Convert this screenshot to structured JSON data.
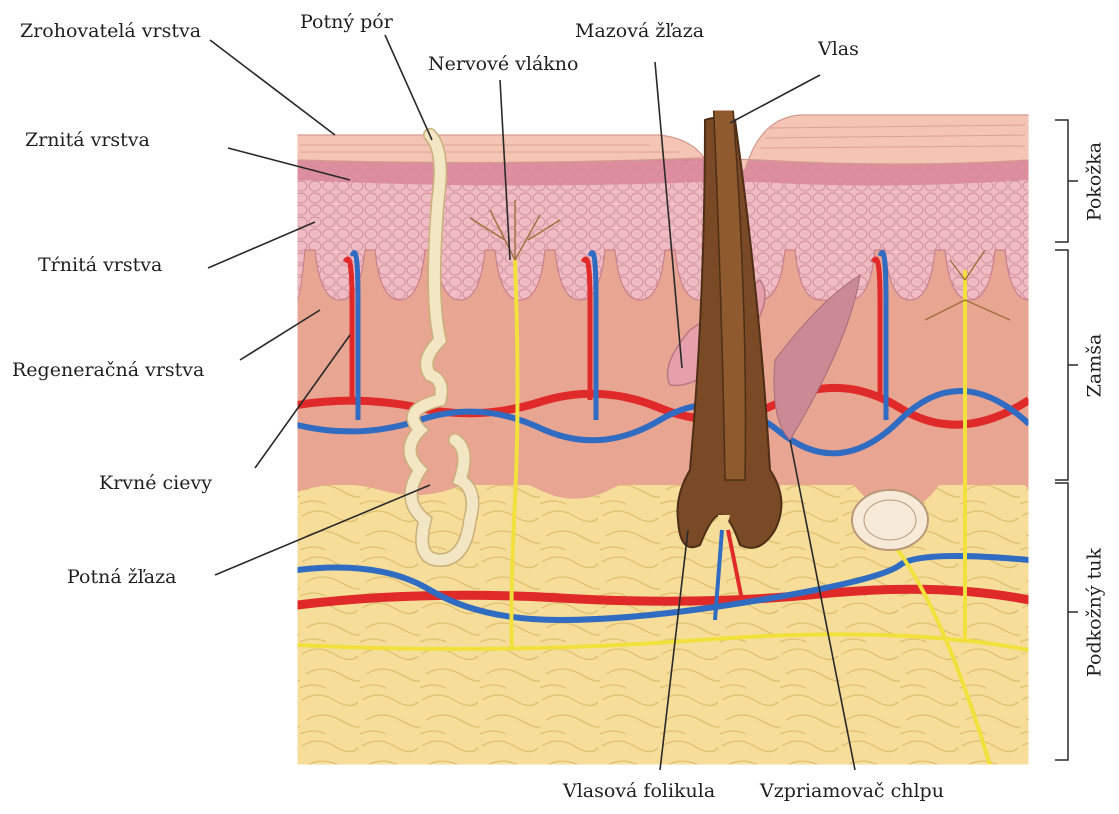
{
  "labels": {
    "stratum_corneum": "Zrohovatelá vrstva",
    "sweat_pore": "Potný pór",
    "sebaceous_gland": "Mazová žľaza",
    "nerve_fiber": "Nervové vlákno",
    "hair": "Vlas",
    "stratum_granulosum": "Zrnitá vrstva",
    "stratum_spinosum": "Tŕnitá vrstva",
    "stratum_basale": "Regeneračná vrstva",
    "blood_vessels": "Krvné cievy",
    "sweat_gland": "Potná žľaza",
    "hair_follicle": "Vlasová folikula",
    "arrector_pili": "Vzpriamovač chlpu"
  },
  "layers": {
    "epidermis": "Pokožka",
    "dermis": "Zamša",
    "hypodermis": "Podkožný tuk"
  },
  "colors": {
    "epidermis_top": "#f4c4b4",
    "epidermis_cells": "#efb8c0",
    "dermis": "#e8a592",
    "fat": "#f6dd9a",
    "artery": "#e02a2a",
    "vein": "#2f6cc2",
    "nerve": "#f2e03c",
    "hair": "#7a4a26",
    "sweat_gland": "#f3e6c4"
  }
}
